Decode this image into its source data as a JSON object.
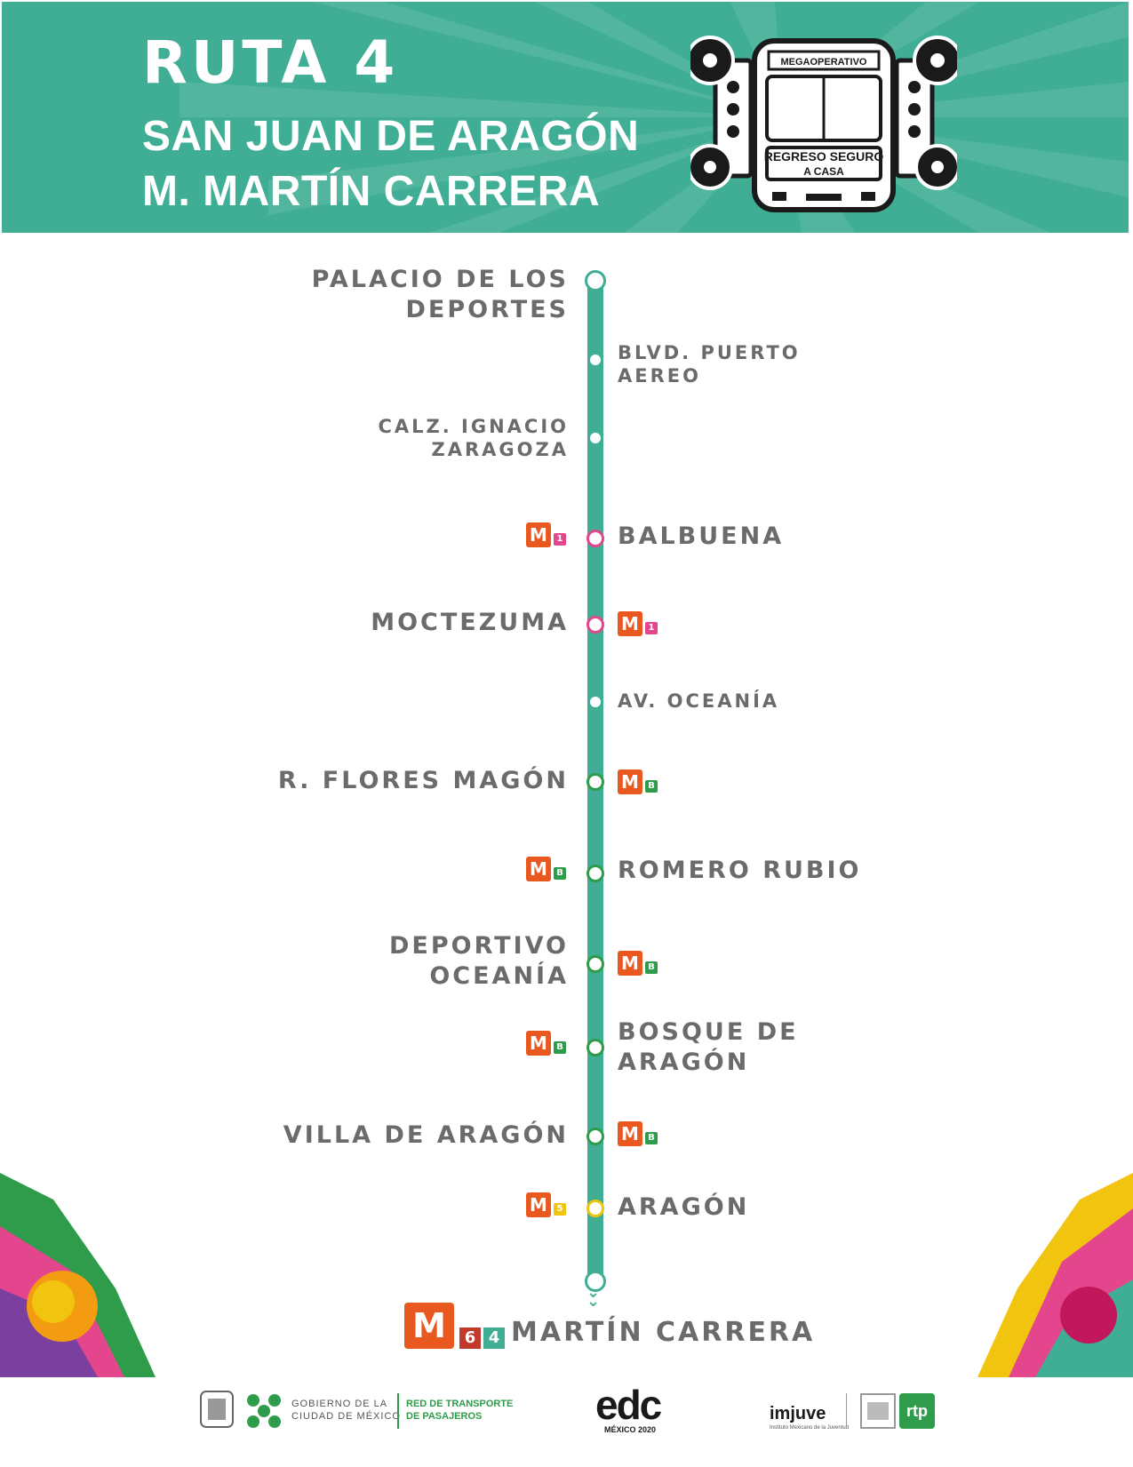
{
  "header": {
    "title": "RUTA 4",
    "origin": "SAN JUAN DE ARAGÓN",
    "destination": "M. MARTÍN CARRERA",
    "logo_top_text": "MEGAOPERATIVO",
    "logo_band_text": "REGRESO SEGURO",
    "logo_band_text2": "A CASA"
  },
  "colors": {
    "brand_teal": "#3fae94",
    "metro_orange": "#e9581f",
    "line1_pink": "#e4468e",
    "lineB_green": "#2e9c4a",
    "line5_yellow": "#f1c40f",
    "line6_red": "#c0392b",
    "text_gray": "#6b6b6b"
  },
  "stops": [
    {
      "name": "PALACIO DE LOS DEPORTES",
      "lines": [
        "PALACIO DE LOS",
        "DEPORTES"
      ],
      "metro_line": ""
    },
    {
      "name": "BLVD. PUERTO AEREO",
      "lines": [
        "BLVD. PUERTO",
        "AEREO"
      ],
      "metro_line": ""
    },
    {
      "name": "CALZ. IGNACIO ZARAGOZA",
      "lines": [
        "CALZ. IGNACIO",
        "ZARAGOZA"
      ],
      "metro_line": ""
    },
    {
      "name": "BALBUENA",
      "metro_line": "1"
    },
    {
      "name": "MOCTEZUMA",
      "metro_line": "1"
    },
    {
      "name": "AV. OCEANÍA",
      "metro_line": ""
    },
    {
      "name": "R. FLORES MAGÓN",
      "metro_line": "B"
    },
    {
      "name": "ROMERO RUBIO",
      "metro_line": "B"
    },
    {
      "name": "DEPORTIVO OCEANÍA",
      "lines": [
        "DEPORTIVO",
        "OCEANÍA"
      ],
      "metro_line": "B"
    },
    {
      "name": "BOSQUE DE ARAGÓN",
      "lines": [
        "BOSQUE DE",
        "ARAGÓN"
      ],
      "metro_line": "B"
    },
    {
      "name": "VILLA DE ARAGÓN",
      "metro_line": "B"
    },
    {
      "name": "ARAGÓN",
      "metro_line": "5"
    }
  ],
  "metro_icon_letter": "M",
  "terminal": {
    "name": "MARTÍN CARRERA",
    "line_a": "6",
    "line_b": "4"
  },
  "footer": {
    "gov_line1": "GOBIERNO DE LA",
    "gov_line2": "CIUDAD DE MÉXICO",
    "rtp_line1": "RED DE TRANSPORTE",
    "rtp_line2": "DE PASAJEROS",
    "edc_logo": "edc",
    "edc_sub": "MÉXICO 2020",
    "imjuve_logo": "imjuve",
    "imjuve_sub": "Instituto Mexicano de la Juventud",
    "rtp_logo": "rtp"
  }
}
